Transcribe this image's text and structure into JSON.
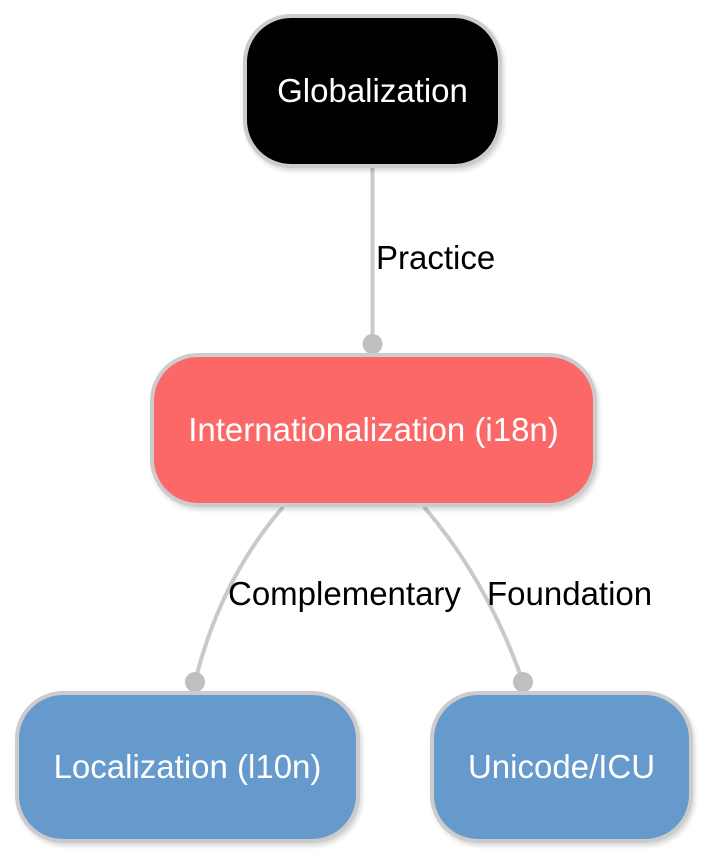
{
  "diagram": {
    "type": "mindmap",
    "background_color": "#ffffff",
    "edge_color": "#c9c9c9",
    "edge_endpoint_dot_color": "#bfbfbf",
    "node_border_color": "#cccccc",
    "edge_label_text_color": "#000000",
    "nodes": [
      {
        "id": "globalization",
        "label": "Globalization",
        "fill": "#000000",
        "text_color": "#ffffff"
      },
      {
        "id": "i18n",
        "label": "Internationalization (i18n)",
        "fill": "#fc6767",
        "text_color": "#ffffff"
      },
      {
        "id": "l10n",
        "label": "Localization (l10n)",
        "fill": "#6699cc",
        "text_color": "#ffffff"
      },
      {
        "id": "unicode_icu",
        "label": "Unicode/ICU",
        "fill": "#6699cc",
        "text_color": "#ffffff"
      }
    ],
    "edges": [
      {
        "from": "Globalization",
        "to": "Internationalization (i18n)",
        "label": "Practice"
      },
      {
        "from": "Internationalization (i18n)",
        "to": "Localization (l10n)",
        "label": "Complementary"
      },
      {
        "from": "Internationalization (i18n)",
        "to": "Unicode/ICU",
        "label": "Foundation"
      }
    ]
  }
}
